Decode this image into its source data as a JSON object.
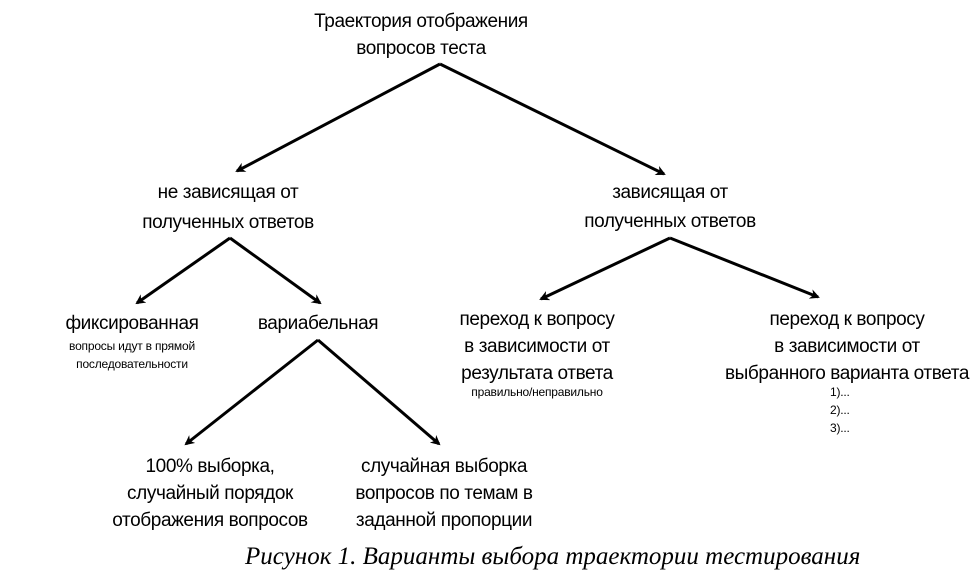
{
  "root": {
    "line1": "Траектория отображения",
    "line2": "вопросов теста"
  },
  "independent": {
    "line1": "не зависящая от",
    "line2": "полученных ответов"
  },
  "dependent": {
    "line1": "зависящая от",
    "line2": "полученных ответов"
  },
  "fixed": {
    "title": "фиксированная",
    "note1": "вопросы идут в прямой",
    "note2": "последовательности"
  },
  "variable": {
    "title": "вариабельная"
  },
  "full_sample": {
    "line1": "100% выборка,",
    "line2": "случайный порядок",
    "line3": "отображения вопросов"
  },
  "random_sample": {
    "line1": "случайная выборка",
    "line2": "вопросов по темам в",
    "line3": "заданной пропорции"
  },
  "by_result": {
    "line1": "переход к вопросу",
    "line2": "в зависимости от",
    "line3": "результата ответа",
    "note": "правильно/неправильно"
  },
  "by_choice": {
    "line1": "переход к вопросу",
    "line2": "в зависимости от",
    "line3": "выбранного варианта ответа",
    "items": [
      "1)...",
      "2)...",
      "3)..."
    ]
  },
  "caption": "Рисунок 1. Варианты выбора траектории тестирования"
}
